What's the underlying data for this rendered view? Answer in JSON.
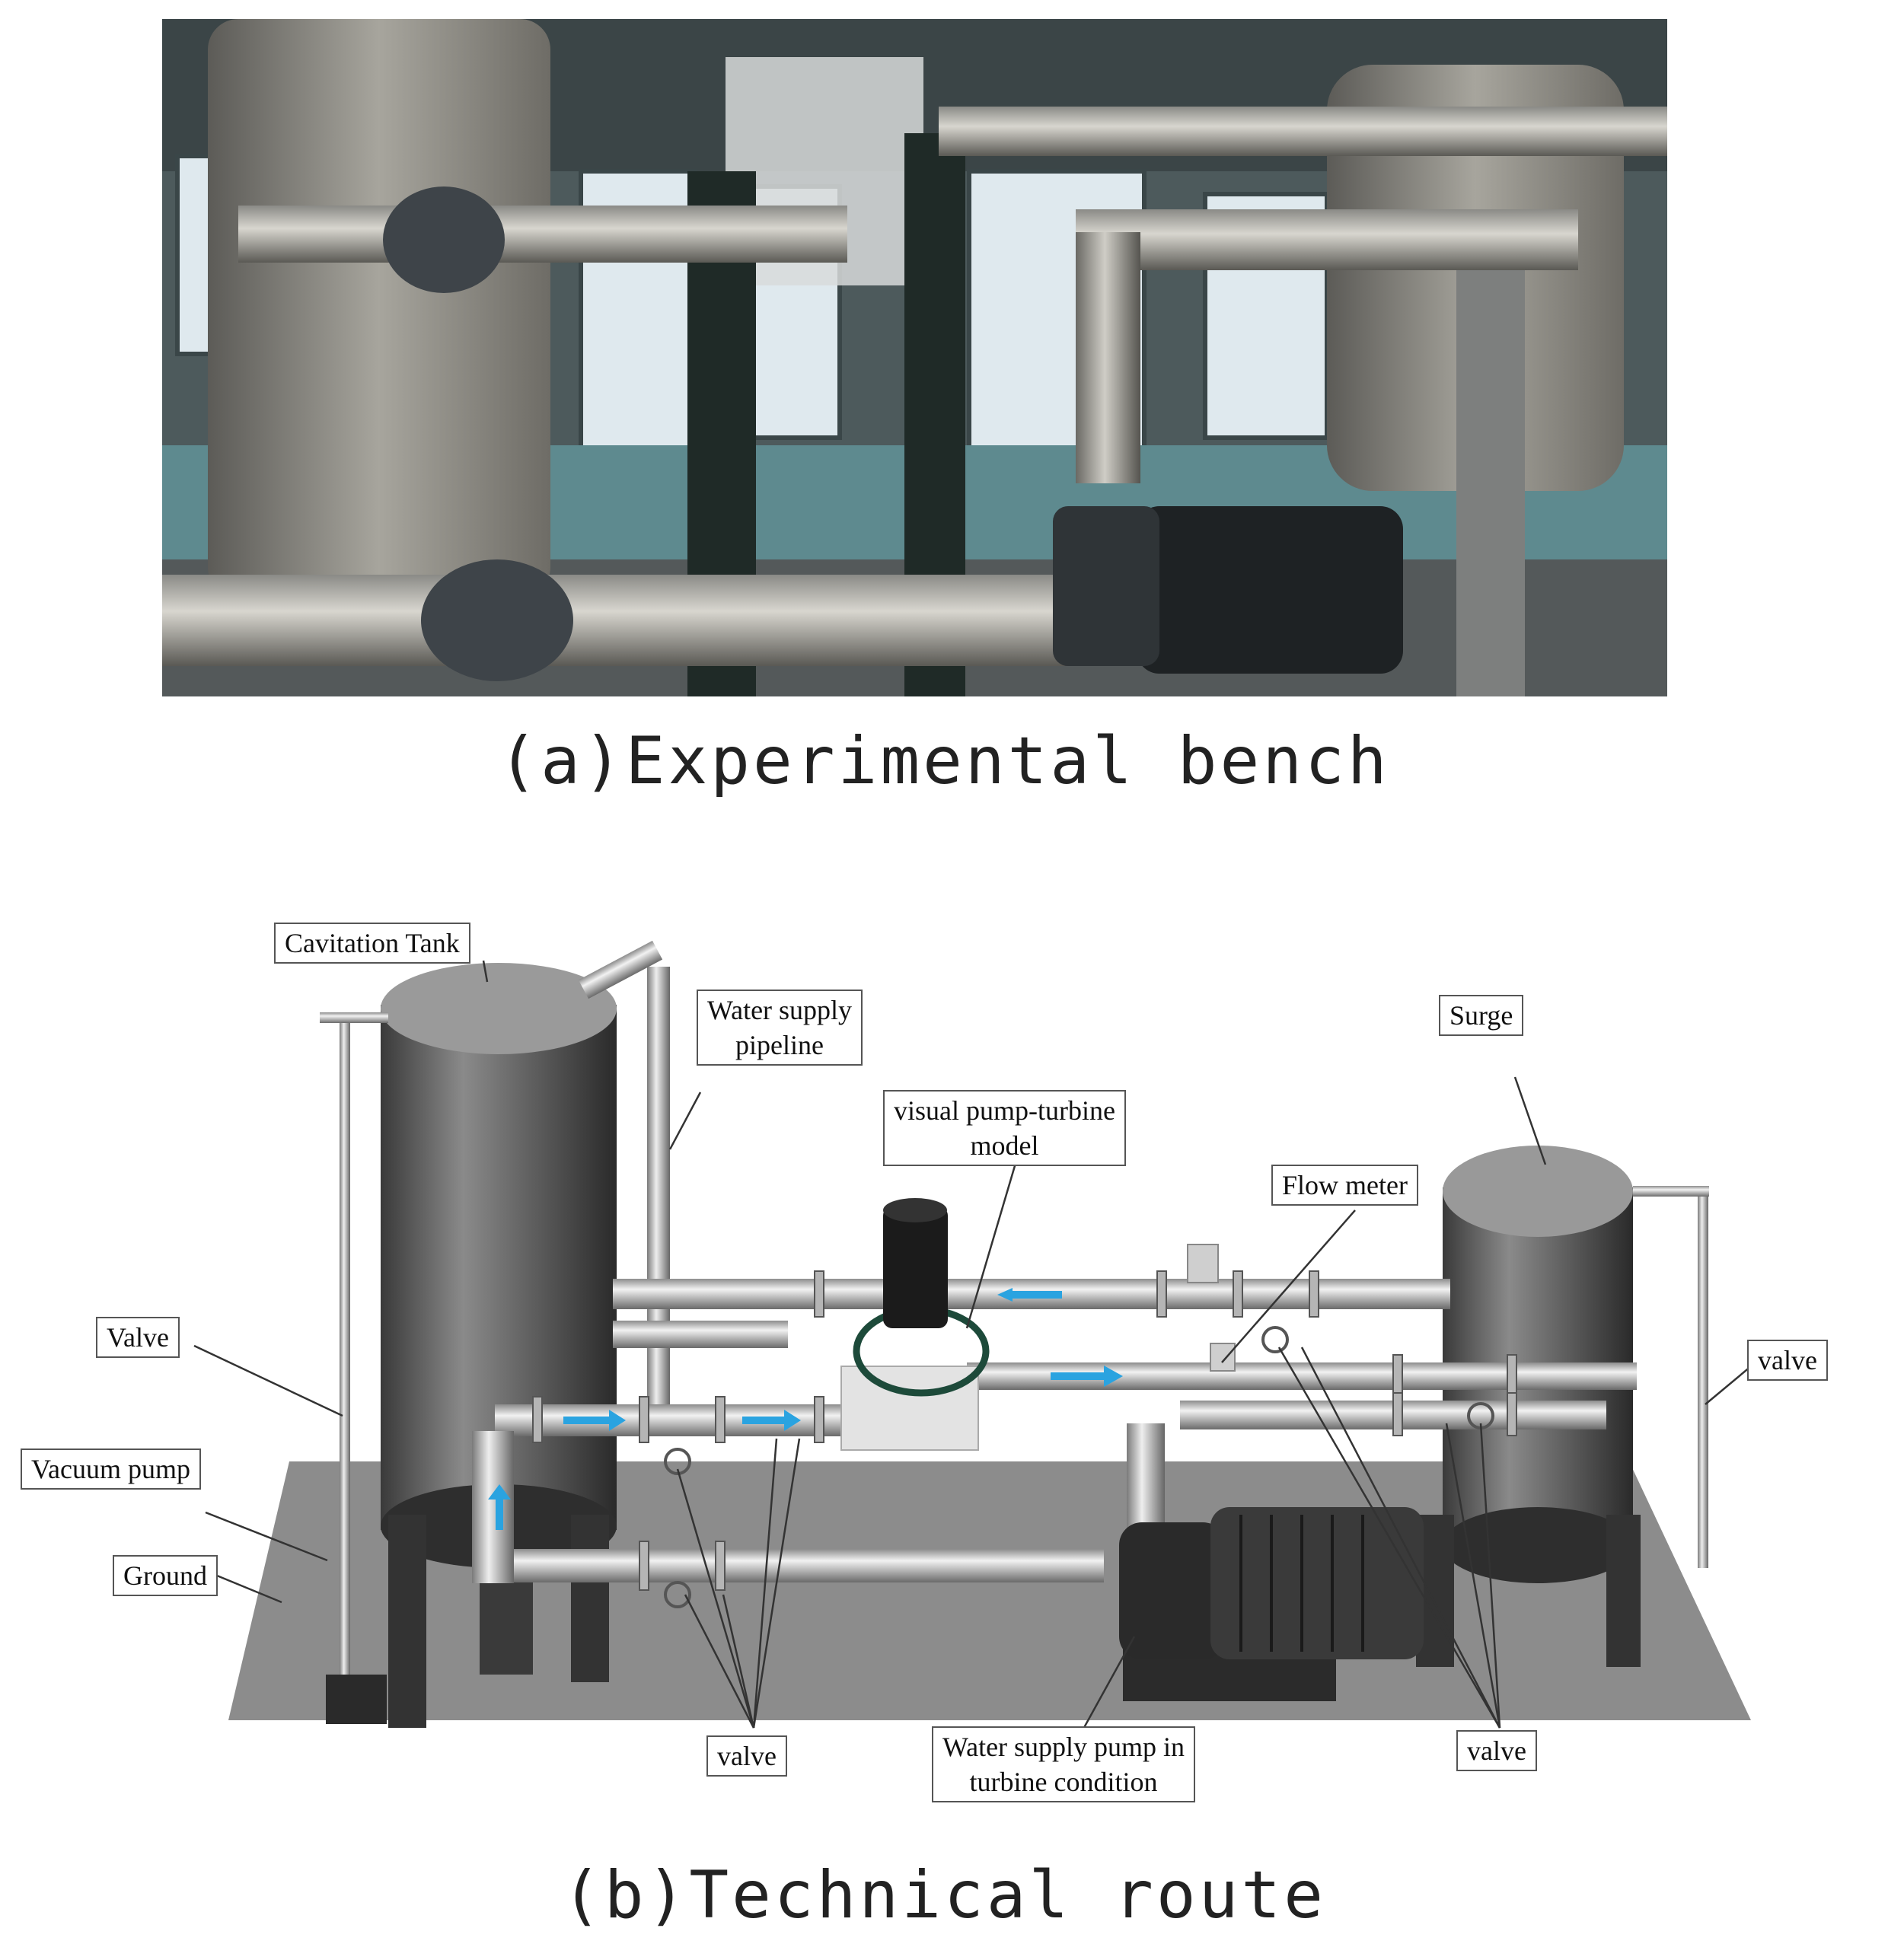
{
  "captions": {
    "a": "(a)Experimental bench",
    "b": "(b)Technical route"
  },
  "labels": {
    "cavitation_tank": "Cavitation Tank",
    "water_supply_pipeline": [
      "Water supply",
      "pipeline"
    ],
    "surge": "Surge",
    "visual_model": [
      "visual pump-turbine",
      "model"
    ],
    "flow_meter": "Flow meter",
    "valve_left": "Valve",
    "valve_right": "valve",
    "vacuum_pump": "Vacuum pump",
    "ground": "Ground",
    "valve_bottom_left": "valve",
    "supply_pump": [
      "Water supply pump in",
      "turbine condition"
    ],
    "valve_bottom_right": "valve"
  }
}
